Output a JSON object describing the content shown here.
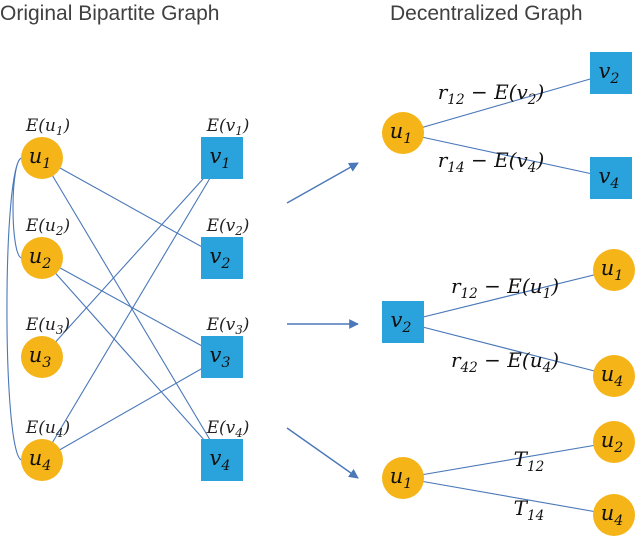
{
  "titles": {
    "left": "Original Bipartite Graph",
    "right": "Decentralized Graph"
  },
  "colors": {
    "user_node": "#f5b418",
    "item_node": "#2aa3dc",
    "edge": "#4a78b8",
    "title_text": "#404040"
  },
  "bipartite": {
    "users": [
      {
        "id": "u1",
        "base": "u",
        "sub": "1",
        "estimate": "E(u1)"
      },
      {
        "id": "u2",
        "base": "u",
        "sub": "2",
        "estimate": "E(u2)"
      },
      {
        "id": "u3",
        "base": "u",
        "sub": "3",
        "estimate": "E(u3)"
      },
      {
        "id": "u4",
        "base": "u",
        "sub": "4",
        "estimate": "E(u4)"
      }
    ],
    "items": [
      {
        "id": "v1",
        "base": "v",
        "sub": "1",
        "estimate": "E(v1)"
      },
      {
        "id": "v2",
        "base": "v",
        "sub": "2",
        "estimate": "E(v2)"
      },
      {
        "id": "v3",
        "base": "v",
        "sub": "3",
        "estimate": "E(v3)"
      },
      {
        "id": "v4",
        "base": "v",
        "sub": "4",
        "estimate": "E(v4)"
      }
    ],
    "user_item_edges": [
      [
        "u1",
        "v2"
      ],
      [
        "u1",
        "v4"
      ],
      [
        "u2",
        "v3"
      ],
      [
        "u2",
        "v4"
      ],
      [
        "u3",
        "v1"
      ],
      [
        "u4",
        "v1"
      ],
      [
        "u4",
        "v3"
      ]
    ],
    "user_user_edges": [
      [
        "u1",
        "u2"
      ],
      [
        "u1",
        "u4"
      ]
    ]
  },
  "decentralized": [
    {
      "center": {
        "base": "u",
        "sub": "1",
        "shape": "circle"
      },
      "neighbors": [
        {
          "base": "v",
          "sub": "2",
          "shape": "square",
          "label": {
            "r": "12",
            "e_base": "v",
            "e_sub": "2"
          }
        },
        {
          "base": "v",
          "sub": "4",
          "shape": "square",
          "label": {
            "r": "14",
            "e_base": "v",
            "e_sub": "4"
          }
        }
      ]
    },
    {
      "center": {
        "base": "v",
        "sub": "2",
        "shape": "square"
      },
      "neighbors": [
        {
          "base": "u",
          "sub": "1",
          "shape": "circle",
          "label": {
            "r": "12",
            "e_base": "u",
            "e_sub": "1"
          }
        },
        {
          "base": "u",
          "sub": "4",
          "shape": "circle",
          "label": {
            "r": "42",
            "e_base": "u",
            "e_sub": "4"
          }
        }
      ]
    },
    {
      "center": {
        "base": "u",
        "sub": "1",
        "shape": "circle"
      },
      "neighbors": [
        {
          "base": "u",
          "sub": "2",
          "shape": "circle",
          "label": {
            "t_base": "T",
            "t_sub": "12"
          }
        },
        {
          "base": "u",
          "sub": "4",
          "shape": "circle",
          "label": {
            "t_base": "T",
            "t_sub": "14"
          }
        }
      ]
    }
  ]
}
